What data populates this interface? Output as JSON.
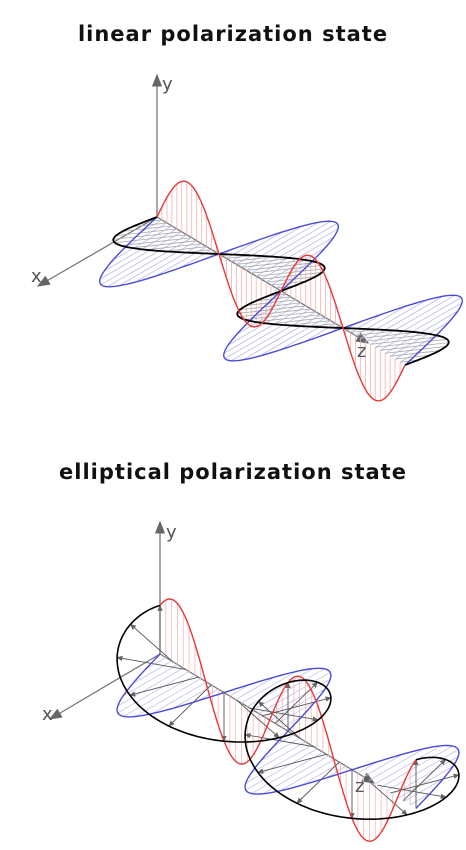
{
  "panels": [
    {
      "title": "linear polarization state",
      "axes": {
        "x": "x",
        "y": "y",
        "z": "z"
      },
      "colors": {
        "field": "#000000",
        "x_component": "#4b4bd8",
        "y_component": "#e83838",
        "axis": "#666666"
      }
    },
    {
      "title": "elliptical polarization state",
      "axes": {
        "x": "x",
        "y": "y",
        "z": "z"
      },
      "colors": {
        "field": "#000000",
        "x_component": "#4b4bd8",
        "y_component": "#e83838",
        "axis": "#666666"
      }
    }
  ]
}
